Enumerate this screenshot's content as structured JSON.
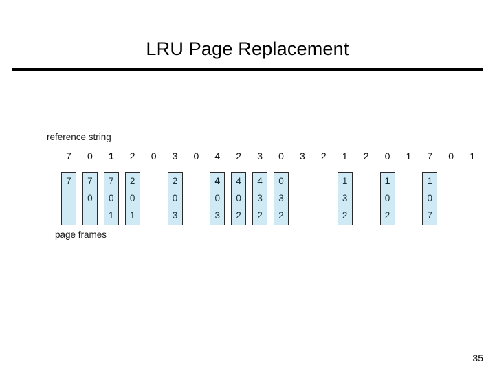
{
  "slide": {
    "title": "LRU Page Replacement",
    "page_number": "35"
  },
  "diagram": {
    "reference_string_label": "reference string",
    "page_frames_label": "page frames",
    "box_fill_color": "#cfe9f5",
    "box_border_color": "#2a2a2a",
    "reference_string": [
      {
        "value": "7",
        "bold": false
      },
      {
        "value": "0",
        "bold": false
      },
      {
        "value": "1",
        "bold": true
      },
      {
        "value": "2",
        "bold": false
      },
      {
        "value": "0",
        "bold": false
      },
      {
        "value": "3",
        "bold": false
      },
      {
        "value": "0",
        "bold": false
      },
      {
        "value": "4",
        "bold": false
      },
      {
        "value": "2",
        "bold": false
      },
      {
        "value": "3",
        "bold": false
      },
      {
        "value": "0",
        "bold": false
      },
      {
        "value": "3",
        "bold": false
      },
      {
        "value": "2",
        "bold": false
      },
      {
        "value": "1",
        "bold": false
      },
      {
        "value": "2",
        "bold": false
      },
      {
        "value": "0",
        "bold": false
      },
      {
        "value": "1",
        "bold": false
      },
      {
        "value": "7",
        "bold": false
      },
      {
        "value": "0",
        "bold": false
      },
      {
        "value": "1",
        "bold": false
      }
    ],
    "frame_columns": [
      {
        "slot": 0,
        "cells": [
          {
            "value": "7",
            "bold": false
          },
          {
            "value": "",
            "bold": false
          },
          {
            "value": "",
            "bold": false
          }
        ]
      },
      {
        "slot": 1,
        "cells": [
          {
            "value": "7",
            "bold": false
          },
          {
            "value": "0",
            "bold": false
          },
          {
            "value": "",
            "bold": false
          }
        ]
      },
      {
        "slot": 2,
        "cells": [
          {
            "value": "7",
            "bold": false
          },
          {
            "value": "0",
            "bold": false
          },
          {
            "value": "1",
            "bold": false
          }
        ]
      },
      {
        "slot": 3,
        "cells": [
          {
            "value": "2",
            "bold": false
          },
          {
            "value": "0",
            "bold": false
          },
          {
            "value": "1",
            "bold": false
          }
        ]
      },
      {
        "slot": 5,
        "cells": [
          {
            "value": "2",
            "bold": false
          },
          {
            "value": "0",
            "bold": false
          },
          {
            "value": "3",
            "bold": false
          }
        ]
      },
      {
        "slot": 7,
        "cells": [
          {
            "value": "4",
            "bold": true
          },
          {
            "value": "0",
            "bold": false
          },
          {
            "value": "3",
            "bold": false
          }
        ]
      },
      {
        "slot": 8,
        "cells": [
          {
            "value": "4",
            "bold": false
          },
          {
            "value": "0",
            "bold": false
          },
          {
            "value": "2",
            "bold": false
          }
        ]
      },
      {
        "slot": 9,
        "cells": [
          {
            "value": "4",
            "bold": false
          },
          {
            "value": "3",
            "bold": false
          },
          {
            "value": "2",
            "bold": false
          }
        ]
      },
      {
        "slot": 10,
        "cells": [
          {
            "value": "0",
            "bold": false
          },
          {
            "value": "3",
            "bold": false
          },
          {
            "value": "2",
            "bold": false
          }
        ]
      },
      {
        "slot": 13,
        "cells": [
          {
            "value": "1",
            "bold": false
          },
          {
            "value": "3",
            "bold": false
          },
          {
            "value": "2",
            "bold": false
          }
        ]
      },
      {
        "slot": 15,
        "cells": [
          {
            "value": "1",
            "bold": true
          },
          {
            "value": "0",
            "bold": false
          },
          {
            "value": "2",
            "bold": false
          }
        ]
      },
      {
        "slot": 17,
        "cells": [
          {
            "value": "1",
            "bold": false
          },
          {
            "value": "0",
            "bold": false
          },
          {
            "value": "7",
            "bold": false
          }
        ]
      }
    ]
  }
}
